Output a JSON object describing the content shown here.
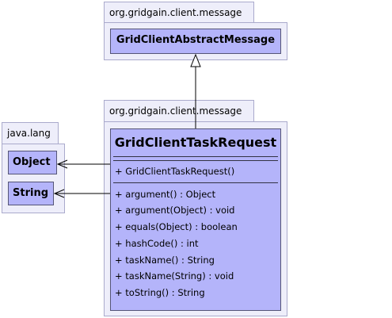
{
  "packages": {
    "message_top": {
      "name": "org.gridgain.client.message"
    },
    "message_main": {
      "name": "org.gridgain.client.message"
    },
    "java_lang": {
      "name": "java.lang"
    }
  },
  "classes": {
    "abstract_message": {
      "name": "GridClientAbstractMessage"
    },
    "task_request": {
      "name": "GridClientTaskRequest",
      "constructors": [
        "+ GridClientTaskRequest()"
      ],
      "methods": [
        "+ argument() : Object",
        "+ argument(Object) : void",
        "+ equals(Object) : boolean",
        "+ hashCode() : int",
        "+ taskName() : String",
        "+ taskName(String) : void",
        "+ toString() : String"
      ]
    },
    "object": {
      "name": "Object"
    },
    "string": {
      "name": "String"
    }
  }
}
